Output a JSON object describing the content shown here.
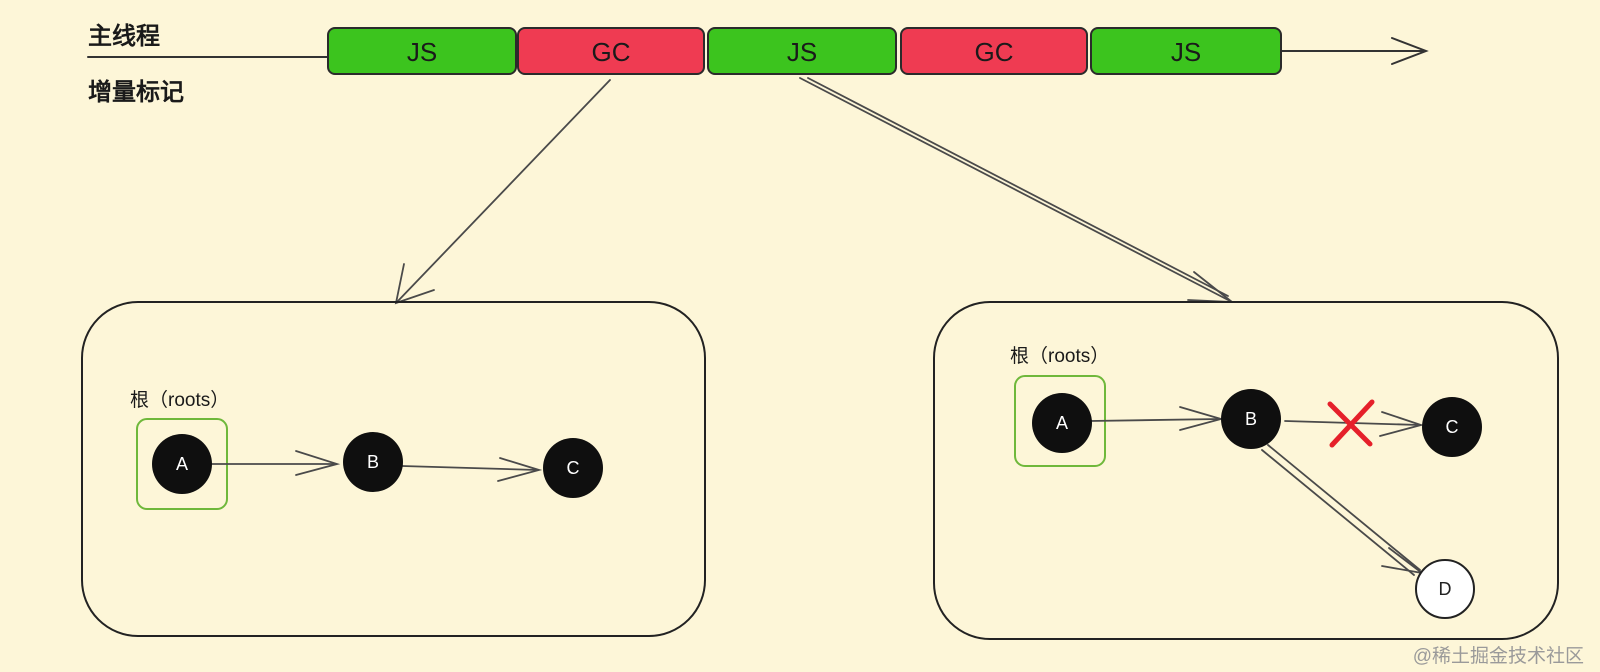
{
  "timeline": {
    "main_thread_label": "主线程",
    "incremental_label": "增量标记",
    "segments": [
      {
        "label": "JS",
        "kind": "js"
      },
      {
        "label": "GC",
        "kind": "gc"
      },
      {
        "label": "JS",
        "kind": "js"
      },
      {
        "label": "GC",
        "kind": "gc"
      },
      {
        "label": "JS",
        "kind": "js"
      }
    ]
  },
  "colors": {
    "js": "#3cc41e",
    "gc": "#ef3b52",
    "root_box": "#6fb83b",
    "cross": "#e5202a",
    "background": "#fdf6d8"
  },
  "left_panel": {
    "root_label": "根（roots）",
    "nodes": {
      "a": "A",
      "b": "B",
      "c": "C"
    }
  },
  "right_panel": {
    "root_label": "根（roots）",
    "nodes": {
      "a": "A",
      "b": "B",
      "c": "C",
      "d": "D"
    }
  },
  "watermark": "@稀土掘金技术社区"
}
